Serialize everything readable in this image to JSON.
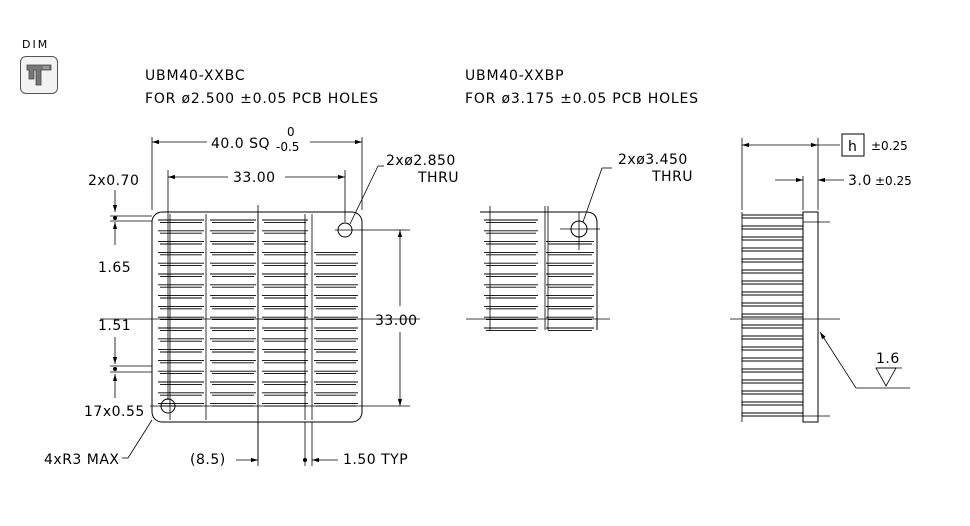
{
  "toolbar": {
    "dim_label": "DIM",
    "dim_icon": "caliper-icon"
  },
  "views": {
    "left_title_line1": "UBM40-XXBC",
    "left_title_line2": "FOR ø2.500 ±0.05 PCB HOLES",
    "right_title_line1": "UBM40-XXBP",
    "right_title_line2": "FOR ø3.175 ±0.05 PCB HOLES"
  },
  "dimensions": {
    "width_sq": "40.0 SQ",
    "width_tol_upper": "0",
    "width_tol_lower": "-0.5",
    "hole_spacing_x": "33.00",
    "hole_spacing_y": "33.00",
    "hole_dia_bc": "2xø2.850",
    "hole_dia_bp": "2xø3.450",
    "thru_1": "THRU",
    "thru_2": "THRU",
    "fin_width": "2x0.70",
    "gap_top": "1.65",
    "gap_mid": "1.51",
    "fin_count": "17x0.55",
    "corner_radius": "4xR3 MAX",
    "offset": "(8.5)",
    "pitch": "1.50 TYP",
    "height_symbol": "h",
    "height_tol": "±0.25",
    "base_thickness": "3.0",
    "base_tol": "±0.25",
    "surface_finish": "1.6"
  }
}
